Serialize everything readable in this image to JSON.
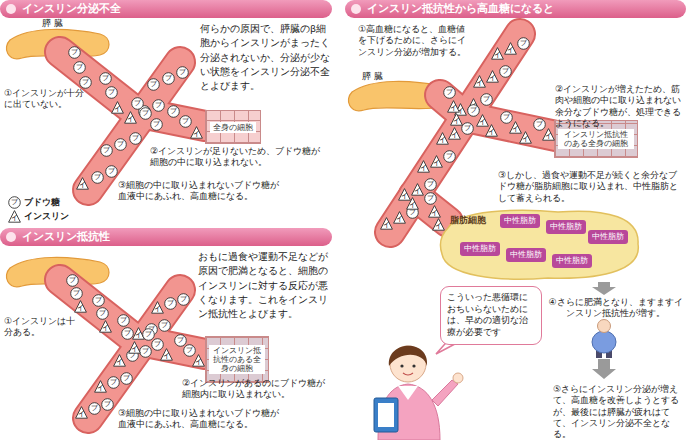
{
  "diagram": {
    "nodes": [
      {
        "text": [
          "インスリン分泌不全"
        ]
      },
      {
        "text": [
          "全身の細胞"
        ]
      },
      {
        "text": [
          "インスリン抵抗性"
        ]
      },
      {
        "text": [
          "インスリン抵抗性のある全身の細胞"
        ]
      },
      {
        "text": [
          "インスリン抵抗性から高血糖になると"
        ]
      },
      {
        "text": [
          "インスリン抵抗性のある全身の細胞"
        ]
      },
      {
        "text": [
          "脂肪細胞"
        ]
      },
      {
        "text": [
          "中性脂肪"
        ],
        "in": 6
      },
      {
        "text": [
          "中性脂肪"
        ],
        "in": 6
      },
      {
        "text": [
          "中性脂肪"
        ],
        "in": 6
      },
      {
        "text": [
          "中性脂肪"
        ],
        "in": 6
      },
      {
        "text": [
          "中性脂肪"
        ],
        "in": 6
      },
      {
        "text": [
          "中性脂肪"
        ],
        "in": 6
      },
      {
        "text": [
          "こういった悪循環におちいらないためには、早めの適切な治療が必要です"
        ]
      }
    ],
    "labels": [
      "膵 臓",
      "何らかの原因で、膵臓のβ細胞からインスリンがまったく分泌されないか、分泌が少ない状態をインスリン分泌不全とよびます。",
      "①インスリンが十分に出ていない。",
      "②インスリンが足りないため、ブドウ糖が細胞の中に取り込まれない。",
      "③細胞の中に取り込まれないブドウ糖が血液中にあふれ、高血糖になる。",
      "おもに過食や運動不足などが原因で肥満となると、細胞のインスリンに対する反応が悪くなります。これをインスリン抵抗性とよびます。",
      "①インスリンは十分ある。",
      "②インスリンがあるのにブドウ糖が細胞内に取り込まれない。",
      "③細胞の中に取り込まれないブドウ糖が血液中にあふれ、高血糖になる。",
      "①高血糖になると、血糖値を下げるために、さらにインスリン分泌が増加する。",
      "膵 臓",
      "②インスリンが増えたため、筋肉や細胞の中に取り込まれない余分なブドウ糖が、処理できるようになる。",
      "③しかし、過食や運動不足が続くと余分なブドウ糖が脂肪細胞に取り込まれ、中性脂肪として蓄えられる。",
      "④さらに肥満となり、ますますインスリン抵抗性が増す。",
      "⑤さらにインスリン分泌が増えて、高血糖を改善しようとするが、最後には膵臓が疲れはてて、インスリン分泌不全となる。",
      "ブ",
      "イ",
      "ブ",
      "ブ",
      "ブ",
      "ブ",
      "ブ",
      "ブ",
      "ブ",
      "ブ",
      "ブ",
      "ブ",
      "ブ",
      "ブ",
      "ブ",
      "ブ",
      "ブ",
      "ブ",
      "ブ",
      "ブ",
      "ブ",
      "ブ",
      "イ",
      "イ",
      "イ",
      "イ",
      "ブ",
      "ブ",
      "ブ",
      "ブ",
      "ブ",
      "ブ",
      "ブ",
      "ブ",
      "ブ",
      "ブ",
      "ブ",
      "ブ",
      "ブ",
      "ブ",
      "ブ",
      "ブ",
      "ブ",
      "ブ",
      "ブ",
      "ブ",
      "イ",
      "イ",
      "イ",
      "イ",
      "イ",
      "イ",
      "イ",
      "イ",
      "イ",
      "イ",
      "ブ",
      "ブ",
      "ブ",
      "ブ",
      "ブ",
      "ブ",
      "ブ",
      "ブ",
      "ブ",
      "ブ",
      "ブ",
      "ブ",
      "イ",
      "イ",
      "イ",
      "イ",
      "イ",
      "イ",
      "イ",
      "イ",
      "イ",
      "イ",
      "イ",
      "イ",
      "イ",
      "イ",
      "イ",
      "イ",
      "イ",
      "イ",
      "イ",
      "イ",
      "イ",
      "イ",
      "イ",
      "イ"
    ],
    "legend": [
      {
        "text": "ブドウ糖"
      },
      {
        "text": "インスリン"
      }
    ]
  }
}
